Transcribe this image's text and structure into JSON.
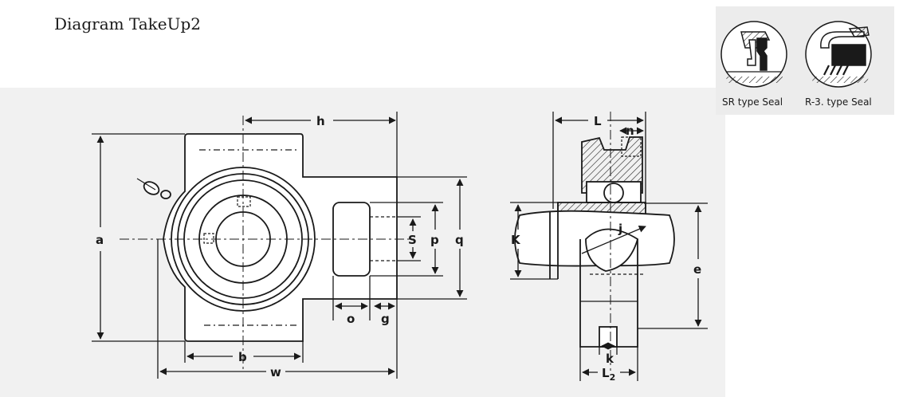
{
  "title": "Diagram TakeUp2",
  "seal_types": {
    "sr_label": "SR type Seal",
    "r3_label": "R-3. type Seal"
  },
  "dimension_labels": {
    "h": "h",
    "a": "a",
    "b": "b",
    "w": "w",
    "S": "S",
    "p": "p",
    "q": "q",
    "o": "o",
    "g": "g",
    "L": "L",
    "n": "n",
    "K": "K",
    "j": "j",
    "e": "e",
    "k": "k",
    "L2_base": "L",
    "L2_sub": "2"
  },
  "colors": {
    "ink": "#1a1a1a",
    "paper": "#f1f1f1"
  }
}
